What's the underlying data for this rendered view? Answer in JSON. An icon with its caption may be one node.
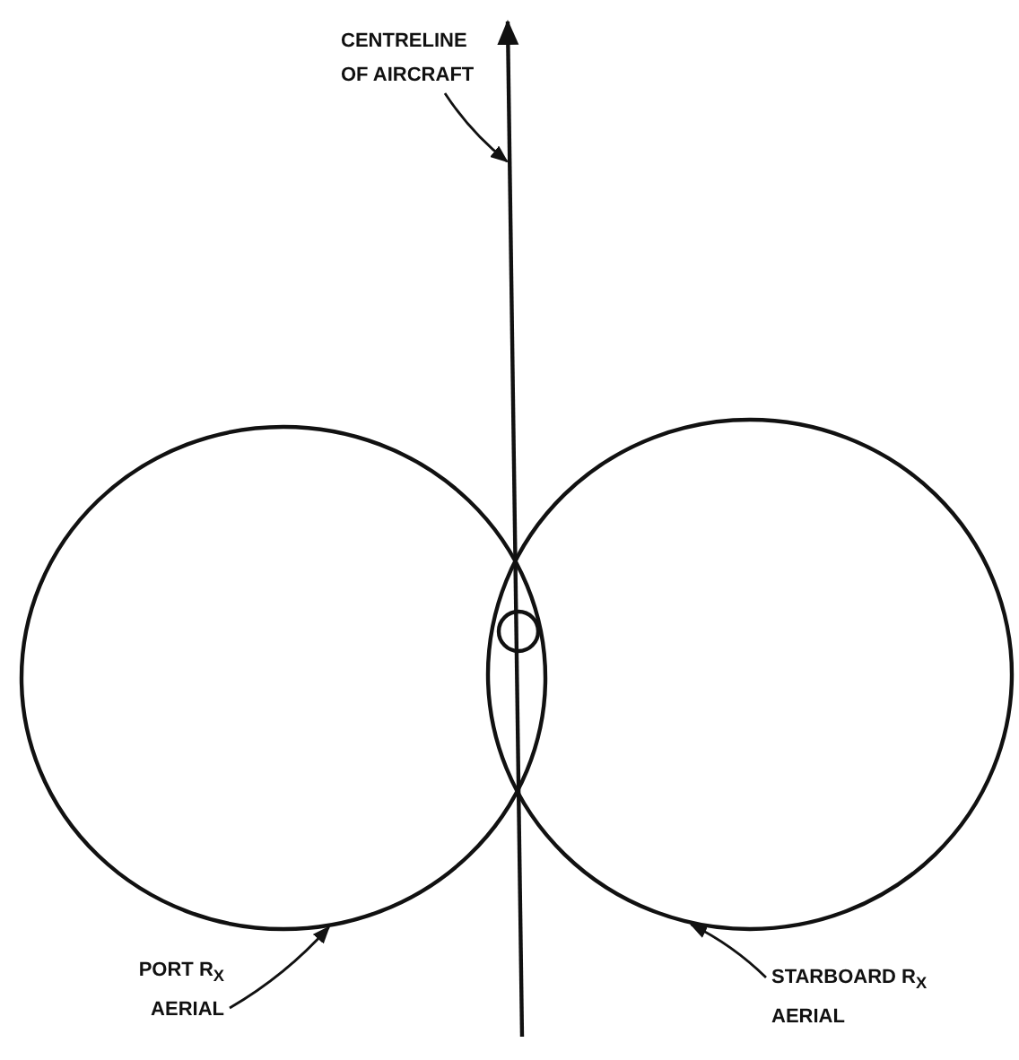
{
  "diagram": {
    "nodes": [
      {
        "text": [
          "CENTRELINE OF AIRCRAFT"
        ]
      },
      {
        "text": [],
        "shape": "line"
      },
      {
        "text": [],
        "shape": "circle"
      },
      {
        "text": [],
        "shape": "circle"
      },
      {
        "text": [
          "PORT R$_{X}$ AERIAL"
        ]
      },
      {
        "text": [
          "STARBOARD R$_{X}$ AERIAL"
        ]
      }
    ],
    "edges": [
      {
        "from": 0,
        "to": 1,
        "arrow": "to"
      },
      {
        "from": 4,
        "to": 2,
        "arrow": "to"
      },
      {
        "from": 5,
        "to": 3,
        "arrow": "to"
      }
    ]
  }
}
